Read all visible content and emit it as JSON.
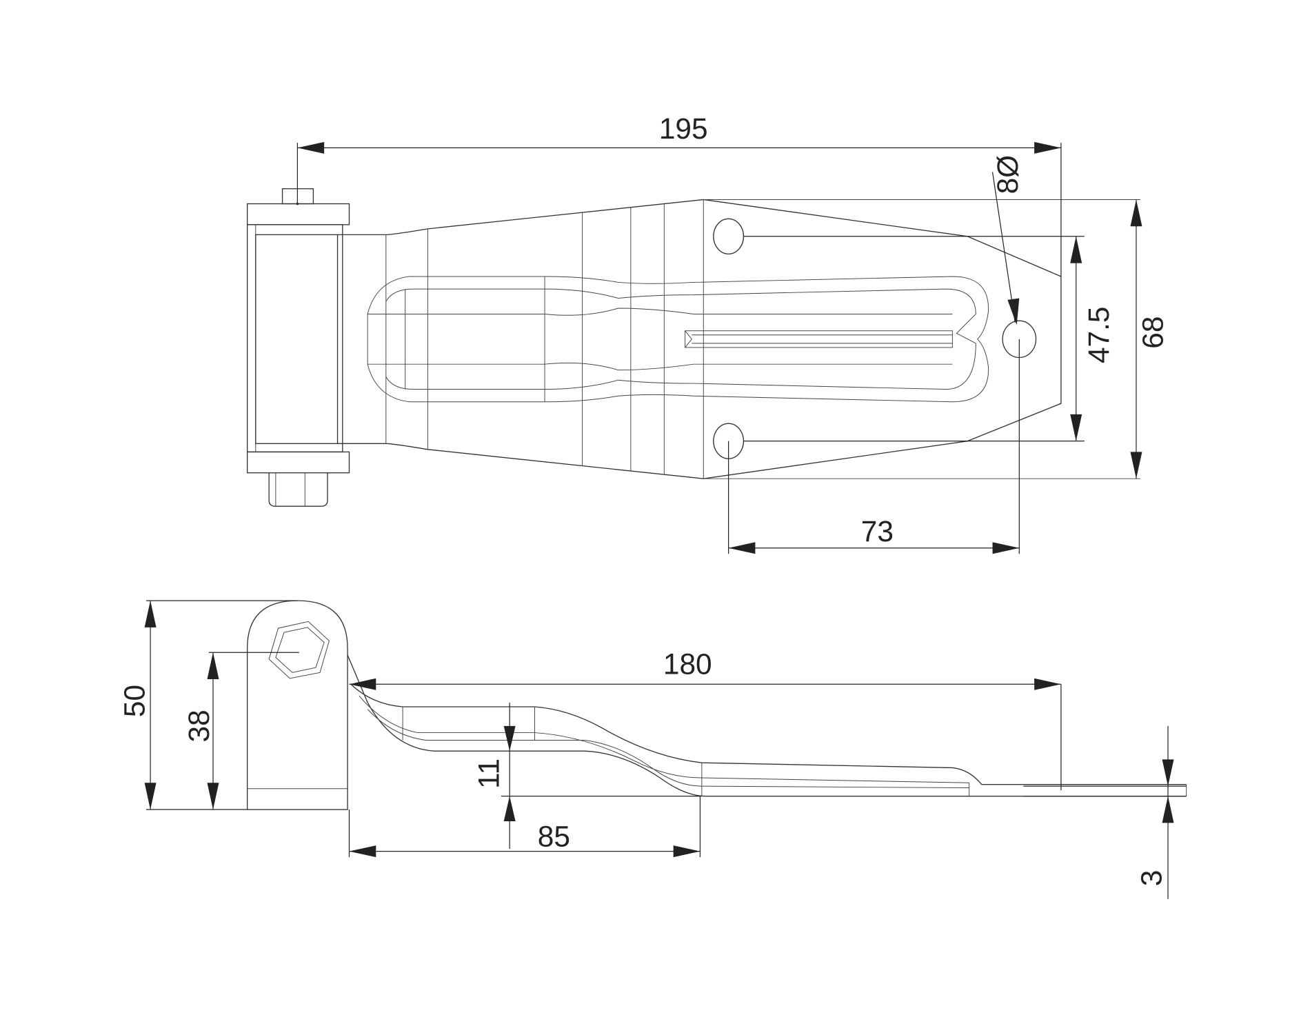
{
  "drawing": {
    "top_view": {
      "dimensions": {
        "overall_length": "195",
        "hole_diameter": "8Ø",
        "hole_spacing": "47.5",
        "plate_width": "68",
        "hole_offset": "73"
      }
    },
    "side_view": {
      "dimensions": {
        "leaf_length": "180",
        "knuckle_height": "50",
        "pin_height": "38",
        "offset": "11",
        "bend_length": "85",
        "thickness": "3"
      }
    }
  }
}
